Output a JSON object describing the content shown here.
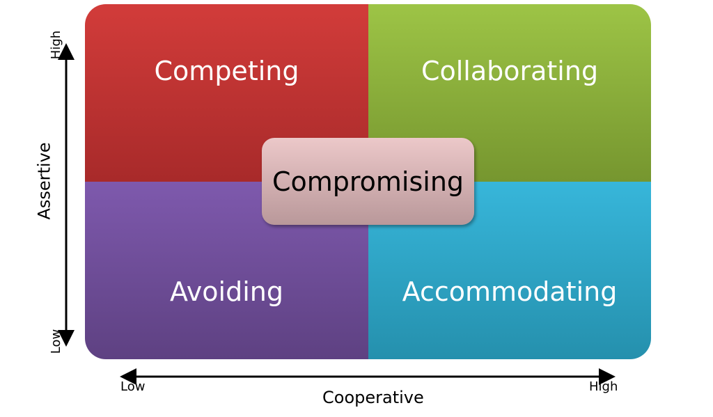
{
  "quadrants": {
    "competing": "Competing",
    "collaborating": "Collaborating",
    "avoiding": "Avoiding",
    "accommodating": "Accommodating"
  },
  "center": "Compromising",
  "y_axis": {
    "label": "Assertive",
    "high": "High",
    "low": "Low"
  },
  "x_axis": {
    "label": "Cooperative",
    "high": "High",
    "low": "Low"
  },
  "colors": {
    "competing": "#c03432",
    "collaborating": "#8cb03c",
    "avoiding": "#6f4e98",
    "accommodating": "#30a6c8",
    "center": "#d9b3b4"
  }
}
